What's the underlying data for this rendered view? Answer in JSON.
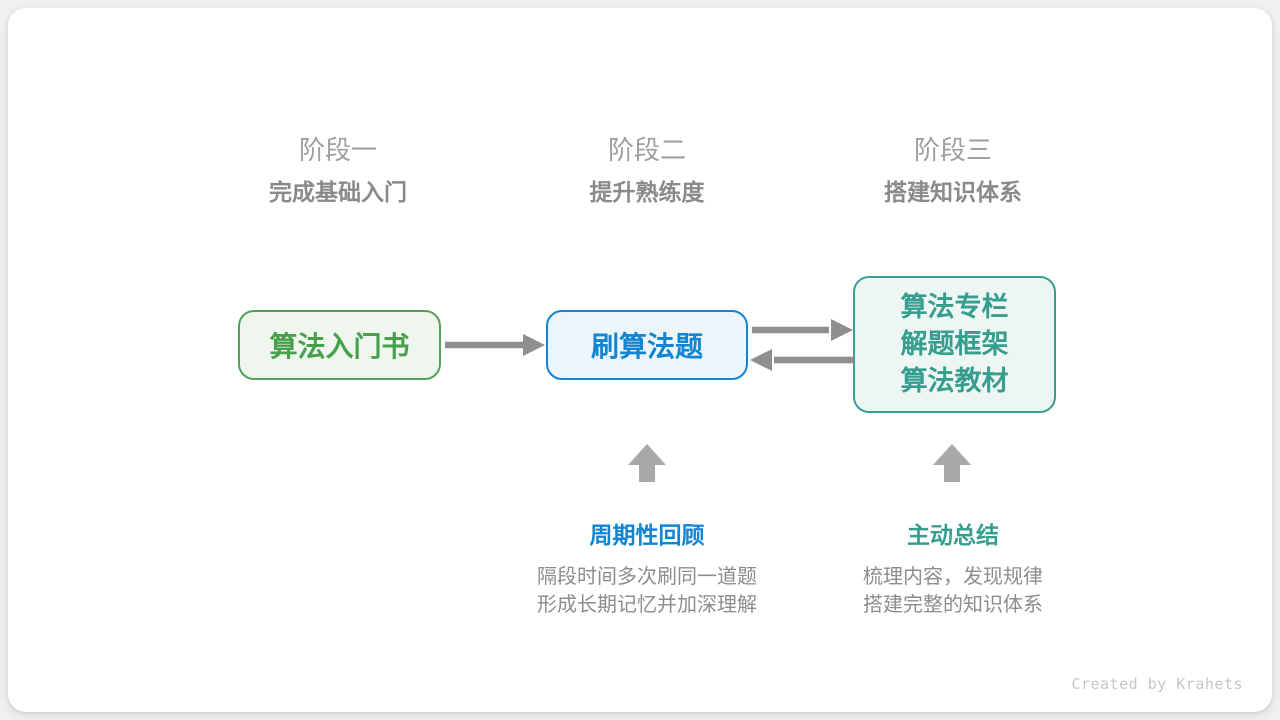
{
  "colors": {
    "page-bg": "#f0f0f0",
    "card-bg": "#ffffff",
    "green": "#47a04b",
    "green-border": "#55a058",
    "green-bg": "#eef6ee",
    "blue": "#1285d2",
    "blue-bg": "#ecf4fc",
    "teal": "#359e8e",
    "teal-border": "#3a9e90",
    "teal-bg": "#eef6f4",
    "gray-label": "#9f9f9f",
    "gray-strong": "#8a8a8a",
    "gray-text": "#8d8d8d",
    "arrow": "#8f8f8f",
    "block-arrow": "#a8a8a8",
    "credit": "#c6c6c6"
  },
  "stages": [
    {
      "label": "阶段一",
      "subtitle": "完成基础入门"
    },
    {
      "label": "阶段二",
      "subtitle": "提升熟练度"
    },
    {
      "label": "阶段三",
      "subtitle": "搭建知识体系"
    }
  ],
  "nodes": [
    {
      "label": "算法入门书"
    },
    {
      "label": "刷算法题"
    },
    {
      "lines": [
        "算法专栏",
        "解题框架",
        "算法教材"
      ]
    }
  ],
  "annotations": [
    {
      "title": "周期性回顾",
      "desc_lines": [
        "隔段时间多次刷同一道题",
        "形成长期记忆并加深理解"
      ]
    },
    {
      "title": "主动总结",
      "desc_lines": [
        "梳理内容，发现规律",
        "搭建完整的知识体系"
      ]
    }
  ],
  "credit": "Created by Krahets"
}
